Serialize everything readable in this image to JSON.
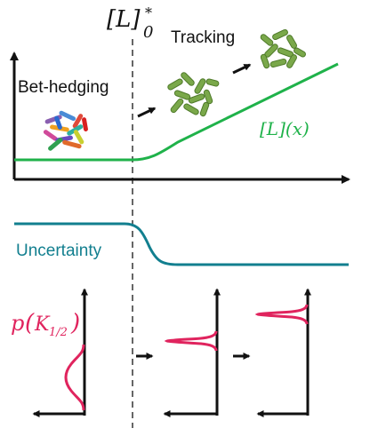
{
  "labels": {
    "threshold": "[L]",
    "threshold_sup": "*",
    "threshold_sub": "0",
    "tracking": "Tracking",
    "bet_hedging": "Bet-hedging",
    "ligand_curve": "[L](x)",
    "uncertainty": "Uncertainty",
    "p_label": "p",
    "k_label": "K",
    "k_sub": "1/2"
  },
  "colors": {
    "ligand_curve": "#1fb24a",
    "uncertainty_curve": "#127f8f",
    "distribution_curve": "#e0245e",
    "axis": "#111111",
    "dashed_line": "#666666",
    "bacteria_green": "#7aa84a",
    "bacteria_dark": "#4f7a2a"
  },
  "icons": {
    "arrow_right": "arrow-right-icon",
    "bacteria_mixed": "bacteria-colony-mixed-icon",
    "bacteria_green": "bacteria-colony-green-icon"
  }
}
